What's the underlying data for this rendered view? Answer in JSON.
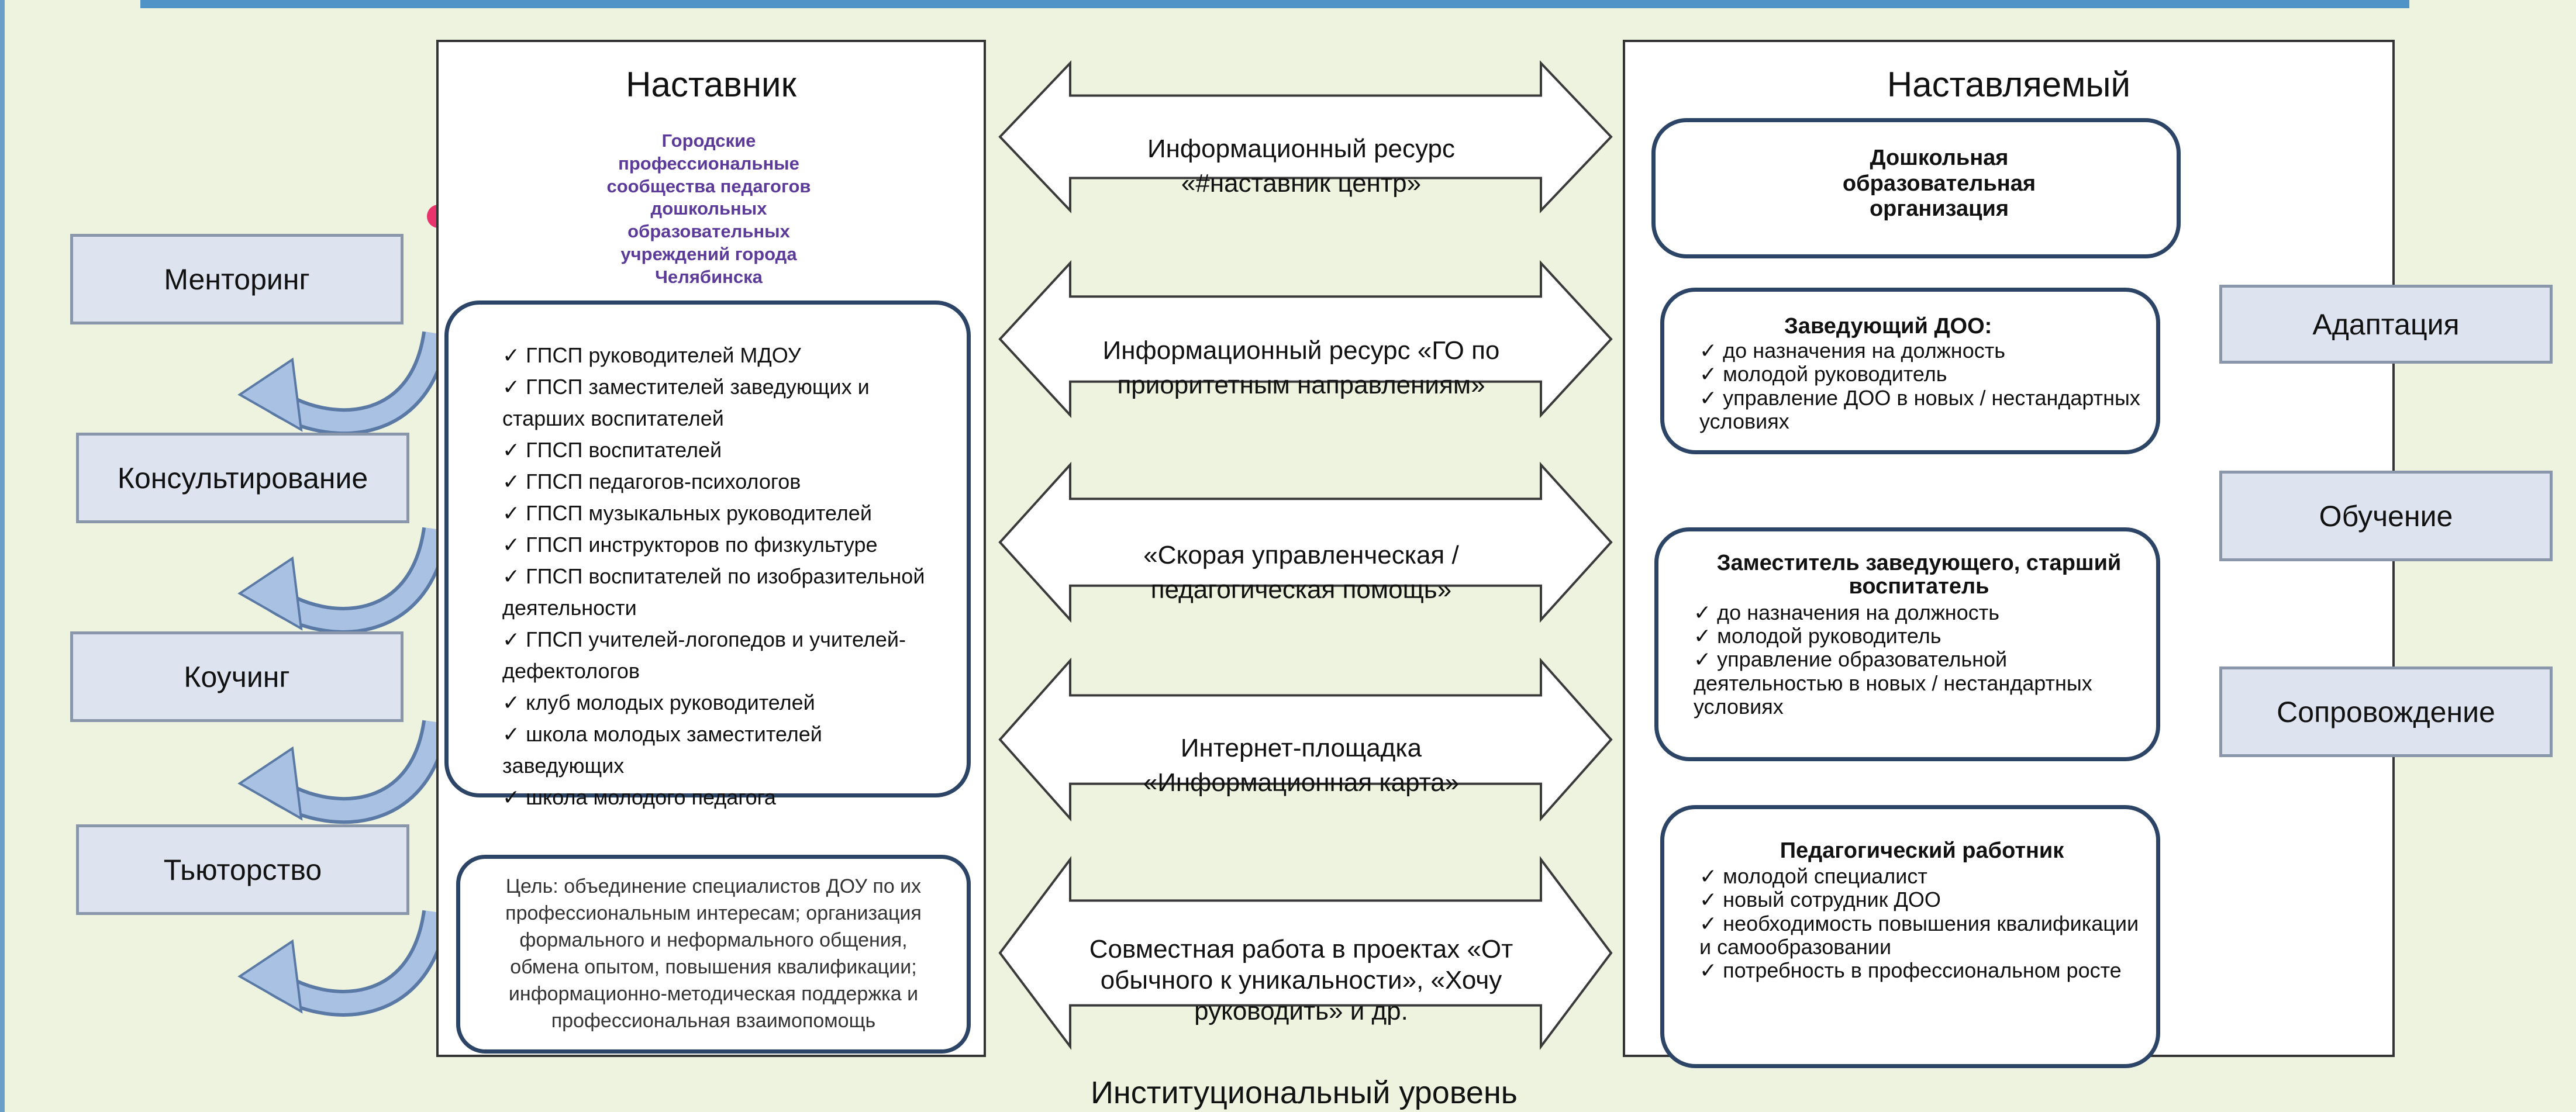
{
  "footer_title": "Институциональный уровень",
  "colors": {
    "background": "#eef3df",
    "box_border": "#2c4466",
    "side_box_fill": "#dde4ef",
    "arrow_fill": "#9bb7dd",
    "arrow_stroke": "#5a79a5",
    "logo_teal": "#2ab4a5",
    "logo_pink": "#e8336d",
    "logo_purple": "#6b2e91",
    "logo_text": "#5b3a9a"
  },
  "mentor": {
    "title": "Наставник",
    "logo_text": "Городские профессиональные сообщества педагогов дошкольных образовательных учреждений города Челябинска",
    "groups": [
      "ГПСП руководителей МДОУ",
      "ГПСП заместителей заведующих и старших воспитателей",
      "ГПСП воспитателей",
      "ГПСП педагогов-психологов",
      "ГПСП музыкальных руководителей",
      "ГПСП инструкторов по физкультуре",
      "ГПСП воспитателей по изобразительной деятельности",
      "ГПСП учителей-логопедов и учителей-дефектологов",
      "клуб молодых руководителей",
      "школа молодых заместителей заведующих",
      "школа молодого педагога"
    ],
    "goal": "Цель: объединение специалистов ДОУ по их профессиональным интересам; организация формального и неформального общения, обмена опытом, повышения квалификации; информационно-методическая поддержка и профессиональная взаимопомощь"
  },
  "mentee": {
    "title": "Наставляемый",
    "org_label": "Дошкольная образовательная организация",
    "head": {
      "title": "Заведующий ДОО:",
      "items": [
        "до назначения на должность",
        "молодой руководитель",
        "управление ДОО в новых / нестандартных условиях"
      ]
    },
    "deputy": {
      "title": "Заместитель заведующего, старший воспитатель",
      "items": [
        "до назначения на должность",
        "молодой руководитель",
        "управление образовательной деятельностью в новых / нестандартных условиях"
      ]
    },
    "teacher": {
      "title": "Педагогический работник",
      "items": [
        "молодой специалист",
        "новый сотрудник ДОО",
        "необходимость повышения квалификации и самообразовании",
        "потребность в профессиональном росте"
      ]
    }
  },
  "channels": [
    "Информационный ресурс «#наставник центр»",
    "Информационный ресурс «ГО по приоритетным направлениям»",
    "«Скорая управленческая / педагогическая помощь»",
    "Интернет-площадка «Информационная карта»",
    "Совместная работа в проектах «От обычного к уникальности», «Хочу руководить» и др."
  ],
  "forms_left": [
    "Менторинг",
    "Консультирование",
    "Коучинг",
    "Тьюторство"
  ],
  "forms_right": [
    "Адаптация",
    "Обучение",
    "Сопровождение"
  ]
}
